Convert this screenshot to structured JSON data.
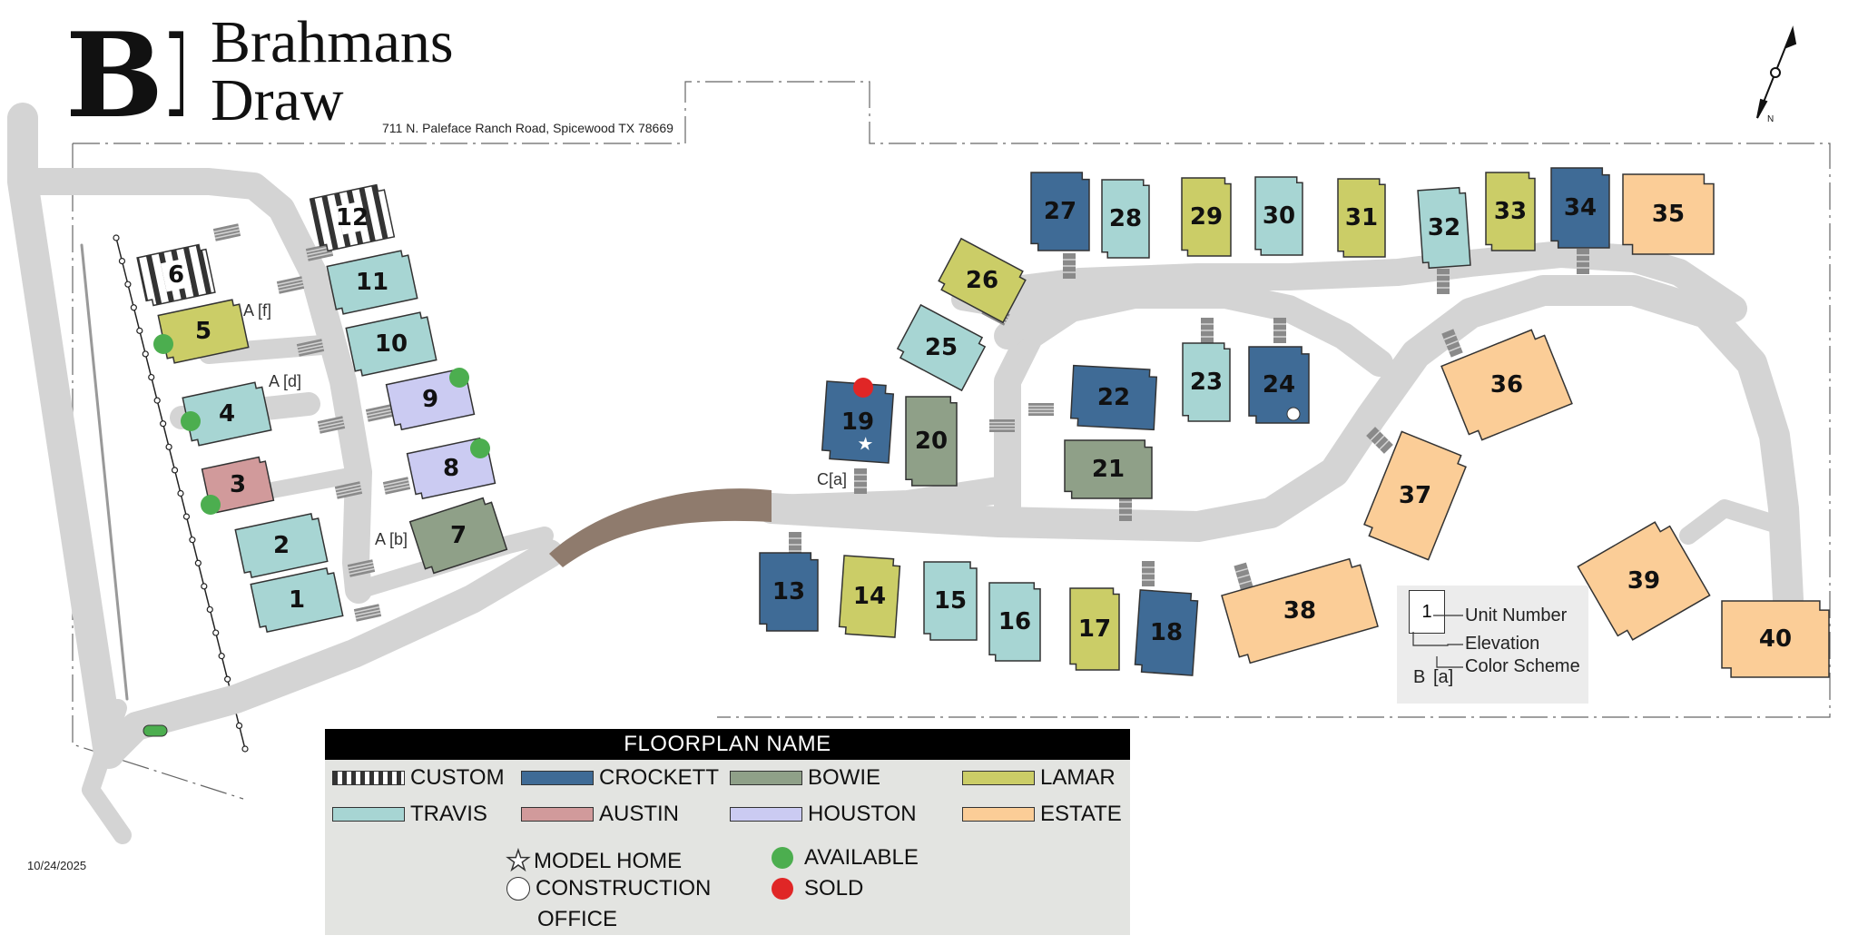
{
  "header": {
    "brand_line1": "Brahmans",
    "brand_line2": "Draw",
    "logo_letters": "BD",
    "address": "711 N. Paleface Ranch Road, Spicewood TX 78669",
    "compass_label": "N"
  },
  "date": "10/24/2025",
  "colors": {
    "custom": "#ffffff",
    "crockett": "#3f6b96",
    "bowie": "#8fa088",
    "lamar": "#cbcd67",
    "travis": "#a7d5d3",
    "austin": "#d19a9b",
    "houston": "#cbcbf2",
    "estate": "#fbcd97",
    "road": "#d4d4d4",
    "path": "#8f7b6d",
    "available": "#4cae4f",
    "sold": "#e02626"
  },
  "lots": [
    {
      "num": "1",
      "plan": "travis"
    },
    {
      "num": "2",
      "plan": "travis"
    },
    {
      "num": "3",
      "plan": "austin",
      "status": "available"
    },
    {
      "num": "4",
      "plan": "travis",
      "status": "available",
      "elevation": "A [d]"
    },
    {
      "num": "5",
      "plan": "lamar",
      "status": "available",
      "elevation": "A [f]"
    },
    {
      "num": "6",
      "plan": "custom"
    },
    {
      "num": "7",
      "plan": "bowie",
      "elevation": "A [b]"
    },
    {
      "num": "8",
      "plan": "houston",
      "status": "available"
    },
    {
      "num": "9",
      "plan": "houston",
      "status": "available"
    },
    {
      "num": "10",
      "plan": "travis"
    },
    {
      "num": "11",
      "plan": "travis"
    },
    {
      "num": "12",
      "plan": "custom"
    },
    {
      "num": "13",
      "plan": "crockett"
    },
    {
      "num": "14",
      "plan": "lamar"
    },
    {
      "num": "15",
      "plan": "travis"
    },
    {
      "num": "16",
      "plan": "travis"
    },
    {
      "num": "17",
      "plan": "lamar"
    },
    {
      "num": "18",
      "plan": "crockett"
    },
    {
      "num": "19",
      "plan": "crockett",
      "status": "sold",
      "model_home": true,
      "elevation": "C[a]"
    },
    {
      "num": "20",
      "plan": "bowie"
    },
    {
      "num": "21",
      "plan": "bowie"
    },
    {
      "num": "22",
      "plan": "crockett"
    },
    {
      "num": "23",
      "plan": "travis"
    },
    {
      "num": "24",
      "plan": "crockett",
      "construction_office": true
    },
    {
      "num": "25",
      "plan": "travis"
    },
    {
      "num": "26",
      "plan": "lamar"
    },
    {
      "num": "27",
      "plan": "crockett"
    },
    {
      "num": "28",
      "plan": "travis"
    },
    {
      "num": "29",
      "plan": "lamar"
    },
    {
      "num": "30",
      "plan": "travis"
    },
    {
      "num": "31",
      "plan": "lamar"
    },
    {
      "num": "32",
      "plan": "travis"
    },
    {
      "num": "33",
      "plan": "lamar"
    },
    {
      "num": "34",
      "plan": "crockett"
    },
    {
      "num": "35",
      "plan": "estate"
    },
    {
      "num": "36",
      "plan": "estate"
    },
    {
      "num": "37",
      "plan": "estate"
    },
    {
      "num": "38",
      "plan": "estate"
    },
    {
      "num": "39",
      "plan": "estate"
    },
    {
      "num": "40",
      "plan": "estate"
    }
  ],
  "legend": {
    "title": "FLOORPLAN NAME",
    "plans": {
      "custom": "CUSTOM",
      "crockett": "CROCKETT",
      "bowie": "BOWIE",
      "lamar": "LAMAR",
      "travis": "TRAVIS",
      "austin": "AUSTIN",
      "houston": "HOUSTON",
      "estate": "ESTATE"
    },
    "model_home": "MODEL HOME",
    "construction_office_line1": "CONSTRUCTION",
    "construction_office_line2": "OFFICE",
    "available": "AVAILABLE",
    "sold": "SOLD"
  },
  "key": {
    "sample_unit": "1",
    "sample_elevation": "B",
    "sample_color": "[a]",
    "unit_number": "Unit Number",
    "elevation": "Elevation",
    "color_scheme": "Color Scheme"
  }
}
